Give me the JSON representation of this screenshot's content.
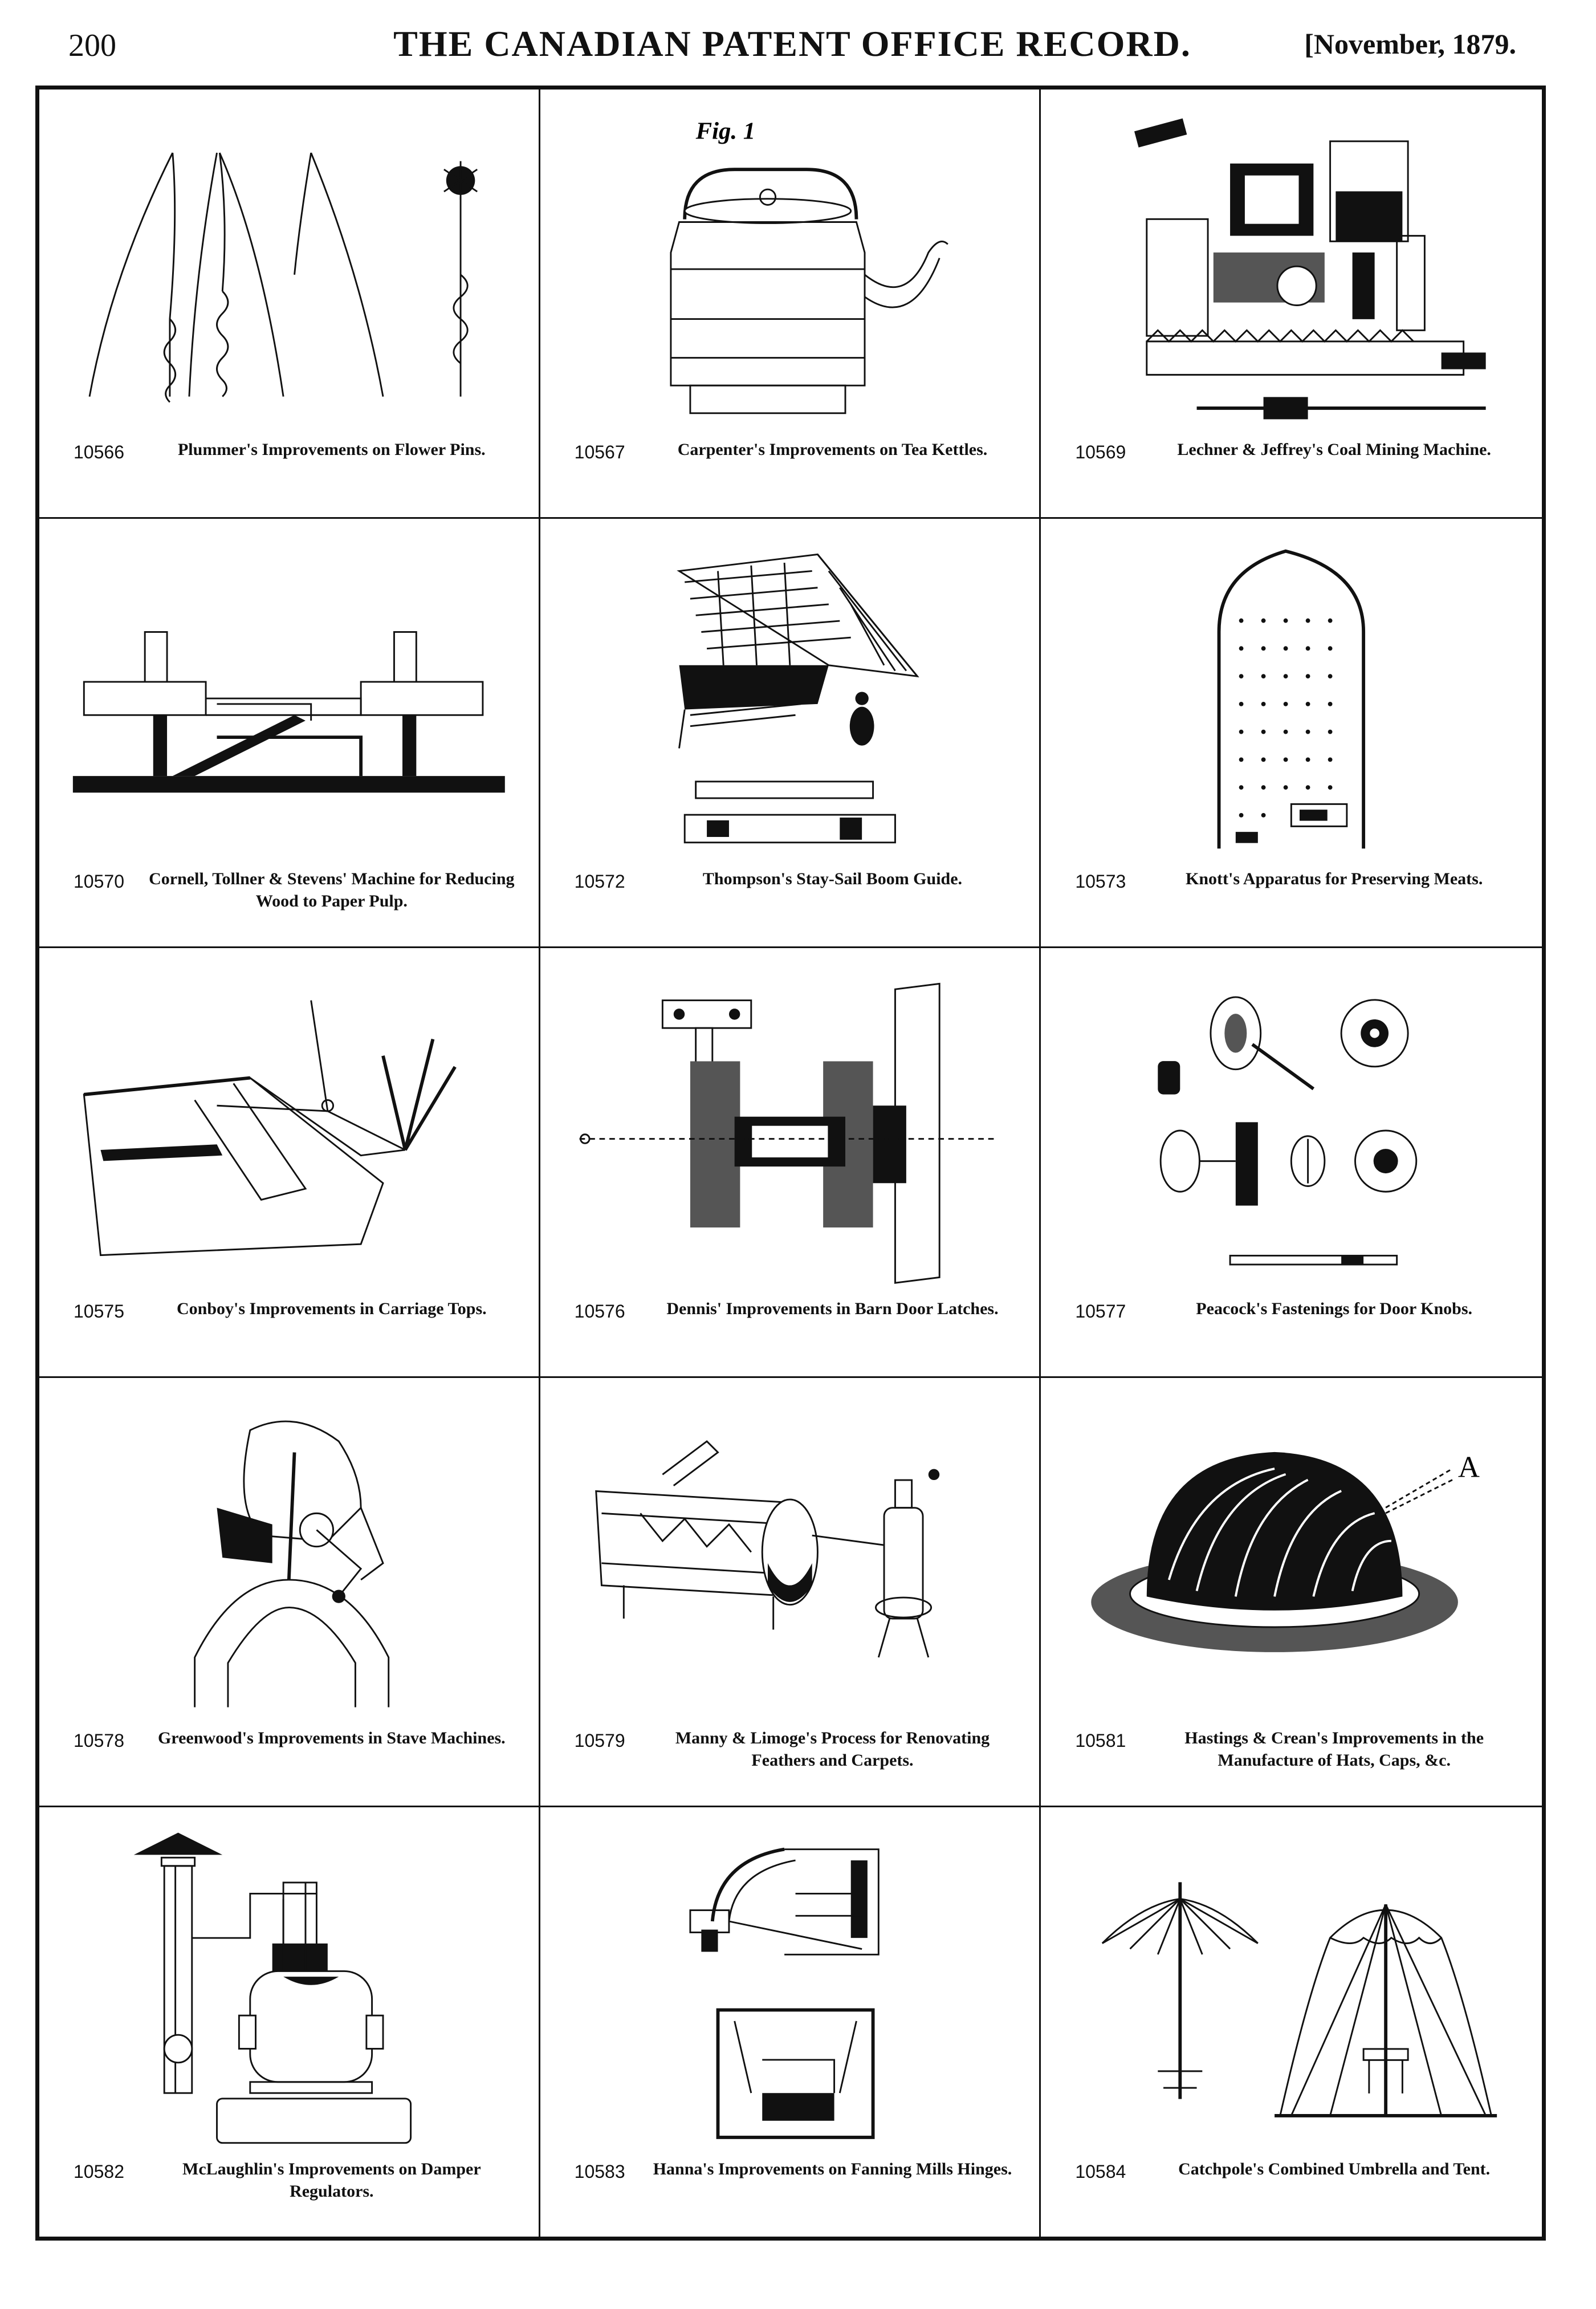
{
  "header": {
    "page_number": "200",
    "title": "THE CANADIAN PATENT OFFICE RECORD.",
    "date": "[November, 1879."
  },
  "cells": [
    {
      "number": "10566",
      "title": "Plummer's Improvements on Flower Pins."
    },
    {
      "number": "10567",
      "title": "Carpenter's Improvements on Tea Kettles."
    },
    {
      "number": "10569",
      "title": "Lechner & Jeffrey's Coal Mining Machine."
    },
    {
      "number": "10570",
      "title": "Cornell, Tollner & Stevens' Machine for Reducing Wood to Paper Pulp."
    },
    {
      "number": "10572",
      "title": "Thompson's Stay-Sail Boom Guide."
    },
    {
      "number": "10573",
      "title": "Knott's Apparatus for Preserving Meats."
    },
    {
      "number": "10575",
      "title": "Conboy's Improvements in Carriage Tops."
    },
    {
      "number": "10576",
      "title": "Dennis' Improvements in Barn Door Latches."
    },
    {
      "number": "10577",
      "title": "Peacock's Fastenings for Door Knobs."
    },
    {
      "number": "10578",
      "title": "Greenwood's Improvements in Stave Machines."
    },
    {
      "number": "10579",
      "title": "Manny & Limoge's Process for Renovating Feathers and Carpets."
    },
    {
      "number": "10581",
      "title": "Hastings & Crean's Improvements in the Manufacture of Hats, Caps, &c."
    },
    {
      "number": "10582",
      "title": "McLaughlin's Improvements on Damper Regulators."
    },
    {
      "number": "10583",
      "title": "Hanna's Improvements on Fanning Mills Hinges."
    },
    {
      "number": "10584",
      "title": "Catchpole's Combined Umbrella and Tent."
    }
  ],
  "figures": {
    "kettle_label": "Fig. 1",
    "hat_label": "A"
  }
}
